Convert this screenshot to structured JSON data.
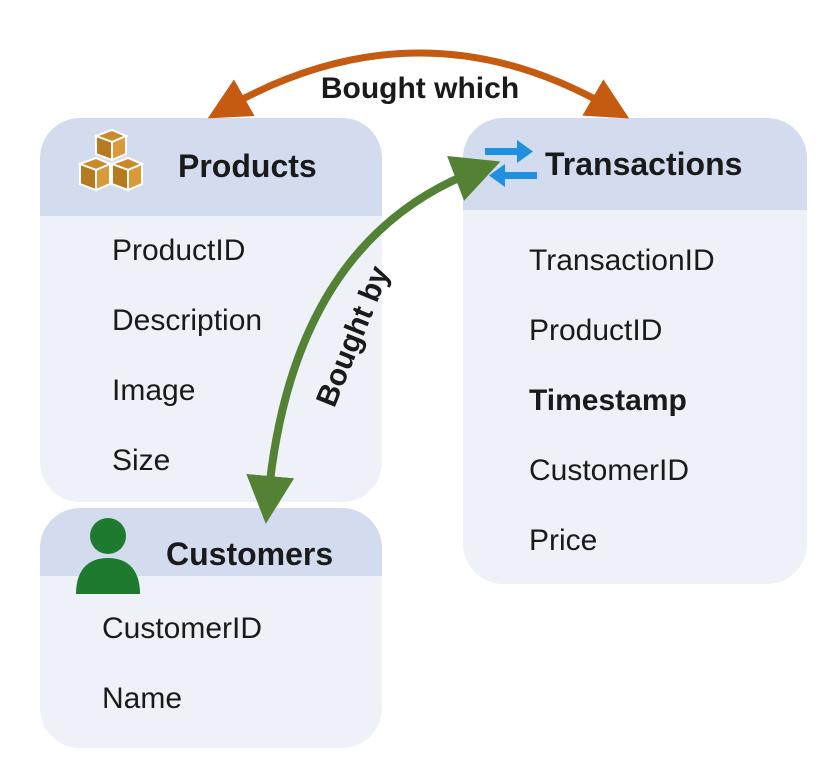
{
  "colors": {
    "card_body": "#eef1f8",
    "card_header": "#d3dcee",
    "arrow_bought_which": "#c55a11",
    "arrow_bought_by": "#548235",
    "products_icon": "#c98a2b",
    "customers_icon": "#1e7a2e",
    "transactions_icon": "#1f8fe0"
  },
  "entities": {
    "products": {
      "title": "Products",
      "icon": "boxes-icon",
      "fields": [
        "ProductID",
        "Description",
        "Image",
        "Size"
      ]
    },
    "transactions": {
      "title": "Transactions",
      "icon": "exchange-arrows-icon",
      "fields": [
        "TransactionID",
        "ProductID",
        "Timestamp",
        "CustomerID",
        "Price"
      ]
    },
    "customers": {
      "title": "Customers",
      "icon": "person-icon",
      "fields": [
        "CustomerID",
        "Name"
      ]
    }
  },
  "relationships": {
    "products_transactions": "Bought which",
    "transactions_customers": "Bought by"
  }
}
